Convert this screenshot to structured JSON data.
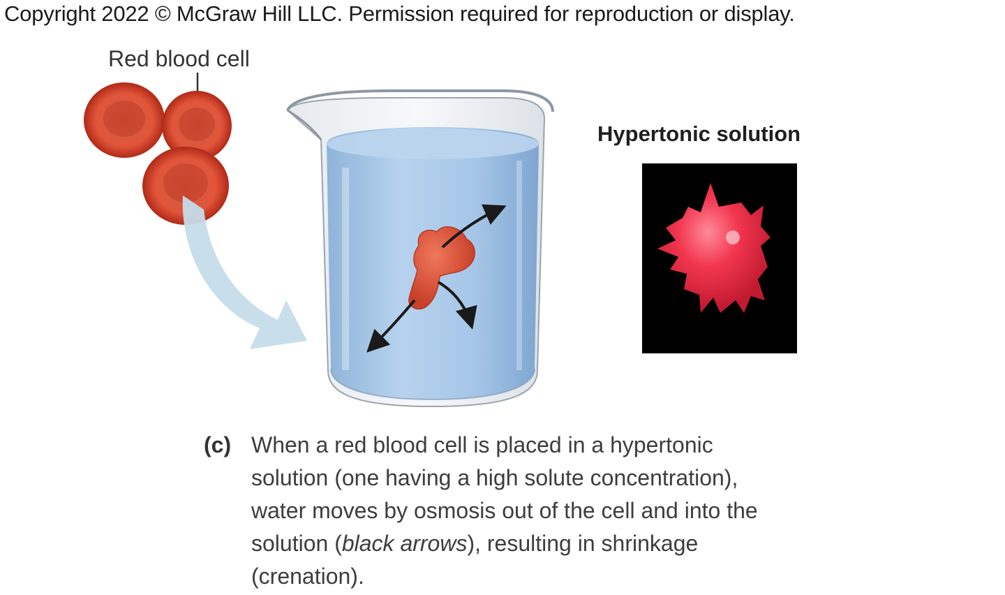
{
  "copyright": "Copyright 2022 © McGraw Hill LLC. Permission required for reproduction or display.",
  "labels": {
    "red_blood_cell": "Red blood cell",
    "hypertonic_solution": "Hypertonic solution"
  },
  "caption": {
    "tag": "(c)",
    "line1": "When a red blood cell is placed in a hypertonic",
    "line2": "solution (one having a high solute concentration),",
    "line3": "water moves by osmosis out of the cell and into the",
    "line4_pre": "solution (",
    "line4_em": "black arrows",
    "line4_post": "), resulting in shrinkage",
    "line5": "(crenation)."
  },
  "colors": {
    "cell_red": "#d8402a",
    "cell_dark": "#b5281a",
    "water_blue": "#9dc2e6",
    "arrow_blue": "#c3dbea",
    "micrograph_red": "#f2364f"
  },
  "icons": [
    "red-blood-cell-icon",
    "beaker-icon",
    "shrunken-cell-icon",
    "osmosis-arrow-icon",
    "crenated-cell-micrograph"
  ]
}
